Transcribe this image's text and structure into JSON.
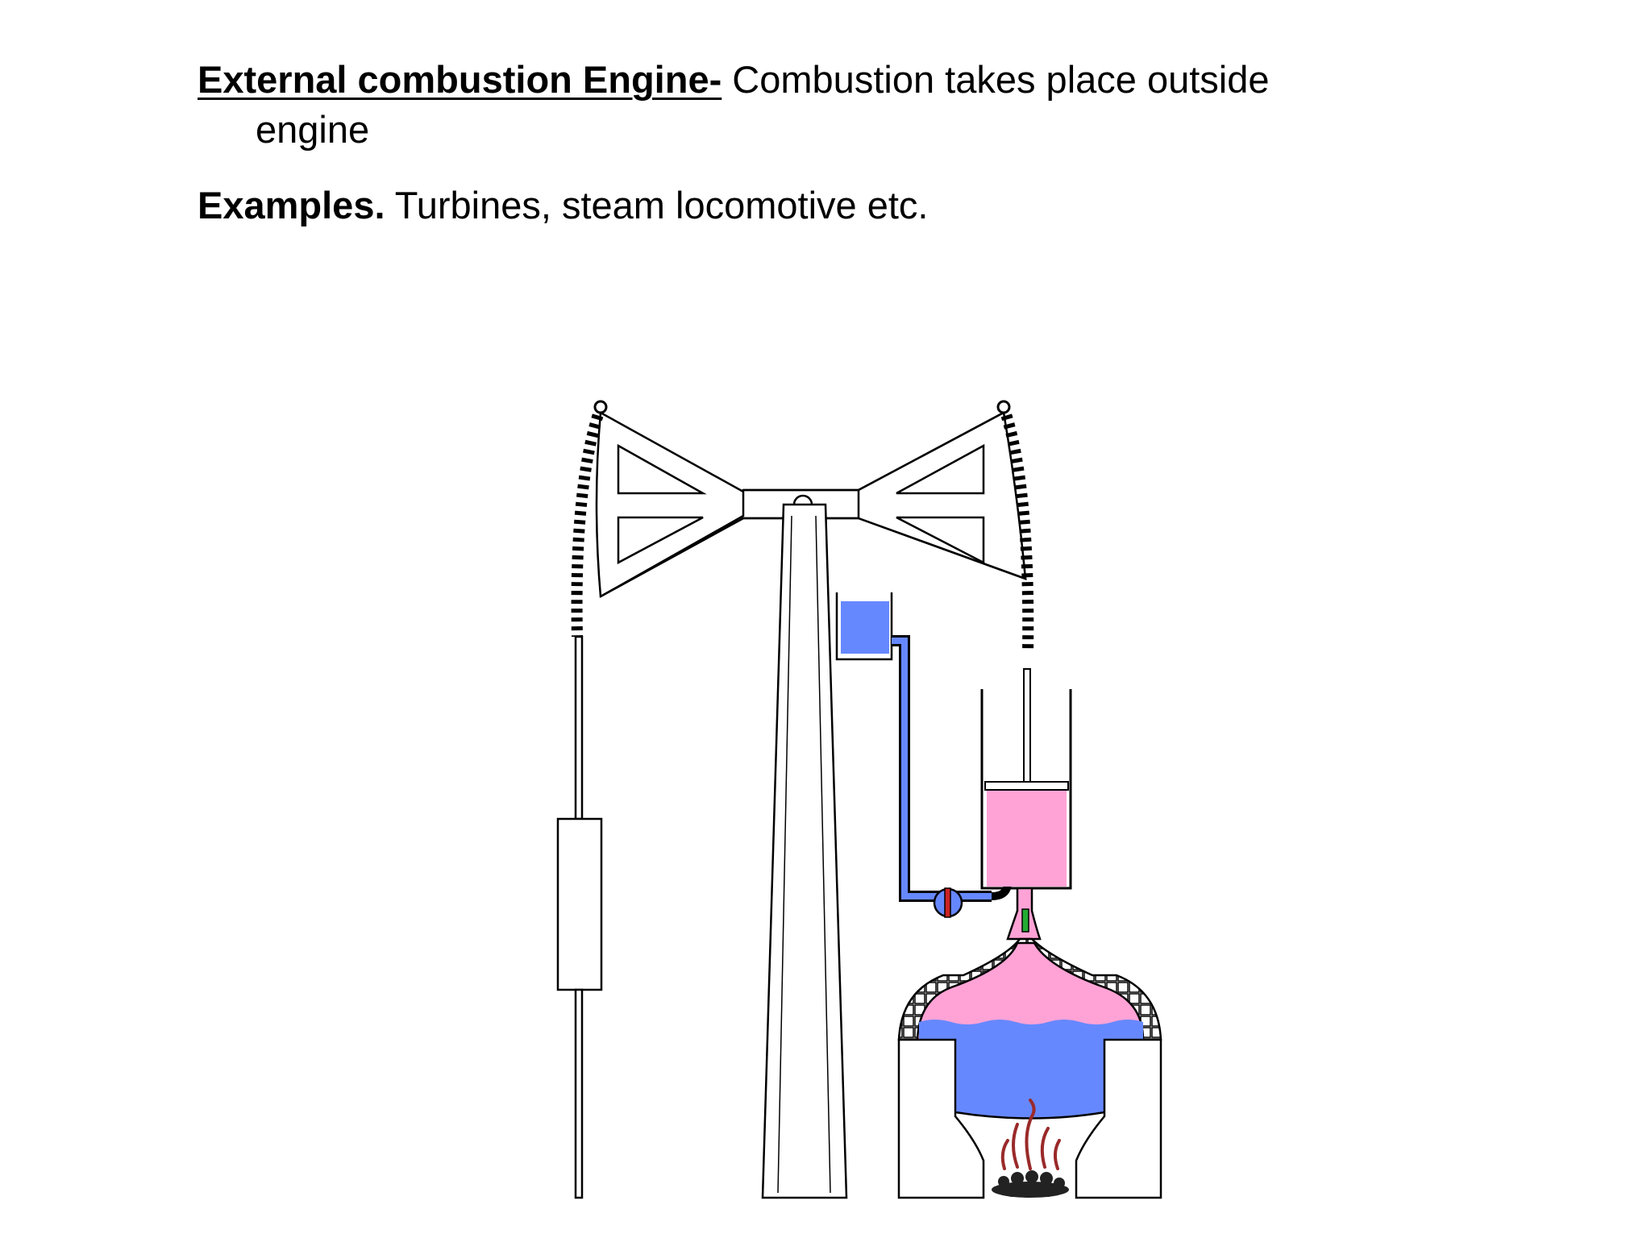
{
  "slide": {
    "heading": "External combustion Engine-",
    "definition": " Combustion takes place outside",
    "definition_cont": "engine",
    "examples_label": "Examples.",
    "examples_text": " Turbines, steam locomotive etc."
  },
  "colors": {
    "water": "#6688ff",
    "steam": "#ffa3d6",
    "fire": "#9a2a2a",
    "coal": "#222222",
    "valve_red": "#cc2222",
    "valve_green": "#22aa33",
    "outline": "#000000"
  },
  "icons": [
    "beam-icon",
    "chain-icon",
    "counterweight-icon",
    "cylinder-icon",
    "boiler-icon",
    "fire-icon",
    "valve-icon"
  ]
}
